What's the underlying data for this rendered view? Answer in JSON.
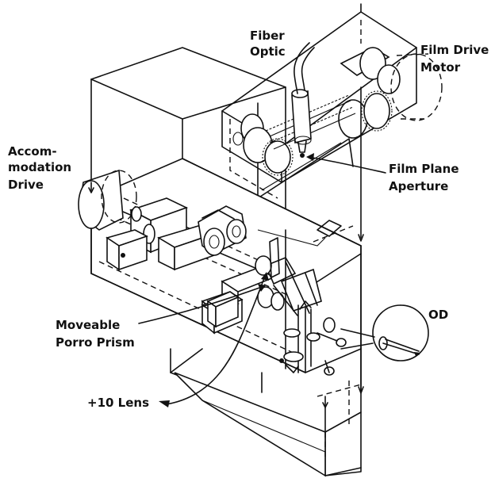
{
  "labels": {
    "fiber_optic": [
      "Fiber",
      "Optic"
    ],
    "film_drive_motor": [
      "Film Drive",
      "Motor"
    ],
    "accommodation_drive": [
      "Accom-",
      "modation",
      "Drive"
    ],
    "film_plane_aperture": [
      "Film Plane",
      "Aperture"
    ],
    "moveable_porro_prism": [
      "Moveable",
      "Porro Prism"
    ],
    "od": "OD",
    "plus10_lens": "+10 Lens"
  }
}
